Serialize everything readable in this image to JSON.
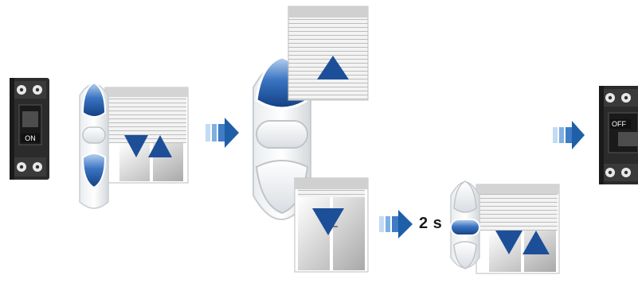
{
  "diagram": {
    "timing_label": "2 s",
    "breaker_on_label": "ON",
    "breaker_off_label": "OFF"
  },
  "colors": {
    "arrow_blue": "#1f5fa8",
    "button_blue": "#2763b0",
    "shutter_gray": "#d6d6d6"
  },
  "icons": [
    "circuit-breaker-on-icon",
    "remote-control-icon",
    "roller-shutter-icon",
    "up-arrow-icon",
    "down-arrow-icon",
    "flow-arrow-icon",
    "circuit-breaker-off-icon"
  ]
}
